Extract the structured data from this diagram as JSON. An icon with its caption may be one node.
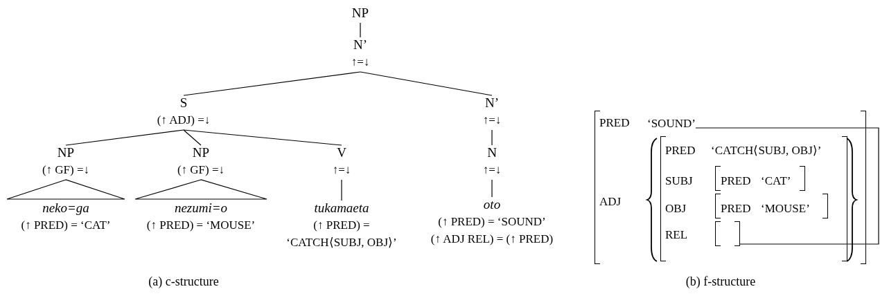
{
  "diagram": {
    "nodes": [
      {
        "text": [
          "NP"
        ]
      },
      {
        "text": [
          "N’",
          "↑=↓"
        ]
      },
      {
        "text": [
          "S",
          "(↑ ADJ) =↓"
        ]
      },
      {
        "text": [
          "N’",
          "↑=↓"
        ]
      },
      {
        "text": [
          "NP",
          "(↑ GF) =↓"
        ]
      },
      {
        "text": [
          "NP",
          "(↑ GF) =↓"
        ]
      },
      {
        "text": [
          "V",
          "↑=↓"
        ]
      },
      {
        "text": [
          "N",
          "↑=↓"
        ]
      },
      {
        "text": [
          "neko=ga",
          "(↑ PRED) = ‘CAT’"
        ]
      },
      {
        "text": [
          "nezumi=o",
          "(↑ PRED) = ‘MOUSE’"
        ]
      },
      {
        "text": [
          "tukamaeta",
          "(↑ PRED) = ‘CATCH⟨SUBJ, OBJ⟩’"
        ]
      },
      {
        "text": [
          "oto",
          "(↑ PRED) = ‘SOUND’",
          "(↑ ADJ REL) = (↑ PRED)"
        ]
      },
      {
        "text": [],
        "shape": "box"
      },
      {
        "text": [
          "‘SOUND’"
        ],
        "in": 12
      },
      {
        "text": [],
        "shape": "box",
        "in": 12
      },
      {
        "text": [],
        "shape": "box",
        "in": 14
      }
    ],
    "edges": [
      {
        "from": 0,
        "to": 1,
        "arrow": "none"
      },
      {
        "from": 1,
        "to": 2,
        "arrow": "none"
      },
      {
        "from": 1,
        "to": 3,
        "arrow": "none"
      },
      {
        "from": 2,
        "to": 4,
        "arrow": "none"
      },
      {
        "from": 2,
        "to": 5,
        "arrow": "none"
      },
      {
        "from": 2,
        "to": 6,
        "arrow": "none"
      },
      {
        "from": 3,
        "to": 7,
        "arrow": "none"
      },
      {
        "from": 4,
        "to": 8,
        "arrow": "none"
      },
      {
        "from": 5,
        "to": 9,
        "arrow": "none"
      },
      {
        "from": 6,
        "to": 10,
        "arrow": "none"
      },
      {
        "from": 7,
        "to": 11,
        "arrow": "none"
      },
      {
        "from": 13,
        "to": 15,
        "arrow": "none"
      }
    ],
    "labels": [
      "PRED",
      "ADJ",
      "PRED",
      "‘CATCH⟨SUBJ, OBJ⟩’",
      "SUBJ",
      "PRED",
      "‘CAT’",
      "OBJ",
      "PRED",
      "‘MOUSE’",
      "REL",
      "(a) c-structure",
      "(b) f-structure"
    ]
  }
}
